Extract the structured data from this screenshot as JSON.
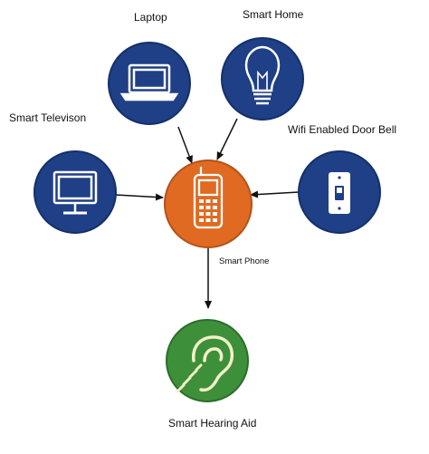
{
  "nodes": {
    "laptop": {
      "label": "Laptop",
      "color": "#1f3f86",
      "icon": "laptop-icon"
    },
    "smart_home": {
      "label": "Smart Home",
      "color": "#1f3f86",
      "icon": "light-bulb-icon"
    },
    "smart_tv": {
      "label": "Smart Televison",
      "color": "#1f3f86",
      "icon": "monitor-icon"
    },
    "door_bell": {
      "label": "Wifi Enabled Door Bell",
      "color": "#1f3f86",
      "icon": "wall-switch-icon"
    },
    "smart_phone": {
      "label": "Smart Phone",
      "color": "#e06a22",
      "icon": "mobile-phone-icon"
    },
    "hearing_aid": {
      "label": "Smart Hearing  Aid",
      "color": "#3e8f3a",
      "icon": "hearing-icon"
    }
  },
  "edges": [
    {
      "from": "laptop",
      "to": "smart_phone"
    },
    {
      "from": "smart_home",
      "to": "smart_phone"
    },
    {
      "from": "smart_tv",
      "to": "smart_phone"
    },
    {
      "from": "door_bell",
      "to": "smart_phone"
    },
    {
      "from": "smart_phone",
      "to": "hearing_aid"
    }
  ]
}
